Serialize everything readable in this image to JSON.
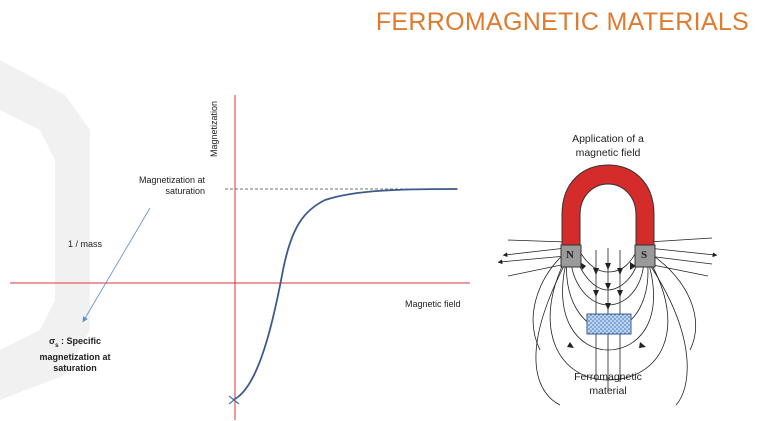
{
  "slide": {
    "title": "FERROMAGNETIC MATERIALS"
  },
  "graph": {
    "y_axis_label": "Magnetization",
    "x_axis_label": "Magnetic field",
    "saturation_label_line1": "Magnetization at",
    "saturation_label_line2": "saturation",
    "arrow_label": "1 / mass",
    "specific_line1": "σ",
    "specific_sub": "s",
    "specific_line1_rest": " : Specific",
    "specific_line2": "magnetization at",
    "specific_line3": "saturation"
  },
  "magnet": {
    "top_label_line1": "Application of a",
    "top_label_line2": "magnetic field",
    "pole_north": "N",
    "pole_south": "S",
    "bottom_label_line1": "Ferromagnetic",
    "bottom_label_line2": "material"
  },
  "colors": {
    "title": "#e07a2e",
    "axis": "#d9363e",
    "curve": "#3c5a8c",
    "magnet": "#d42b2b",
    "pole": "#9a9a9a",
    "material": "#5b87c4",
    "arrow_line": "#5b8ed1"
  }
}
